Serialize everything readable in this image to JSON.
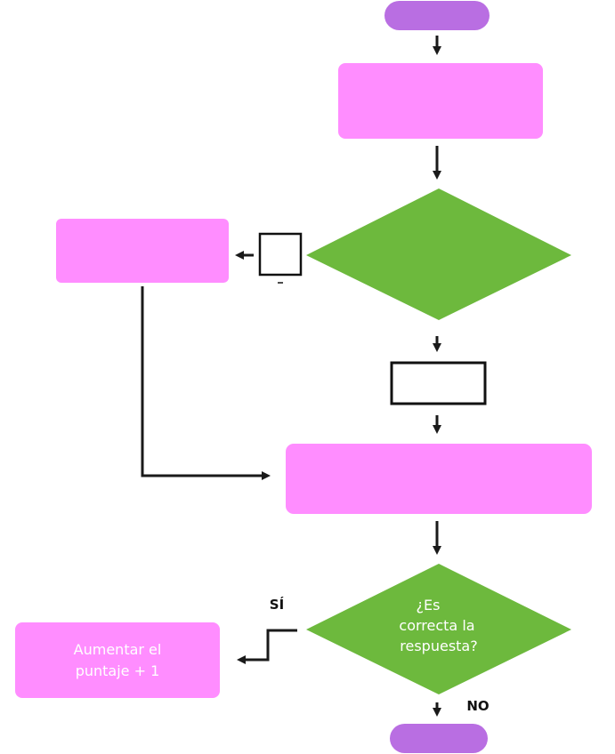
{
  "colors": {
    "terminal": "#b96ee2",
    "process": "#ff8dff",
    "decision": "#6db93d",
    "connector": "#1a1a1a",
    "blank_box_fill": "#ffffff",
    "blank_box_stroke": "#111111",
    "shape_text": "#ffffff",
    "label_text": "#111111"
  },
  "flowchart": {
    "start": {
      "text": ""
    },
    "process_top": {
      "text": ""
    },
    "decision_top": {
      "text": ""
    },
    "yes_blank_label": {
      "text": ""
    },
    "process_left": {
      "text": ""
    },
    "no_blank_label": {
      "text": ""
    },
    "process_middle": {
      "text": ""
    },
    "decision_bottom": {
      "lines": [
        "¿Es",
        "correcta la",
        "respuesta?"
      ]
    },
    "yes_label": "SÍ",
    "no_label": "NO",
    "process_score": {
      "lines": [
        "Aumentar el",
        "puntaje + 1"
      ]
    },
    "end": {
      "text": ""
    }
  }
}
